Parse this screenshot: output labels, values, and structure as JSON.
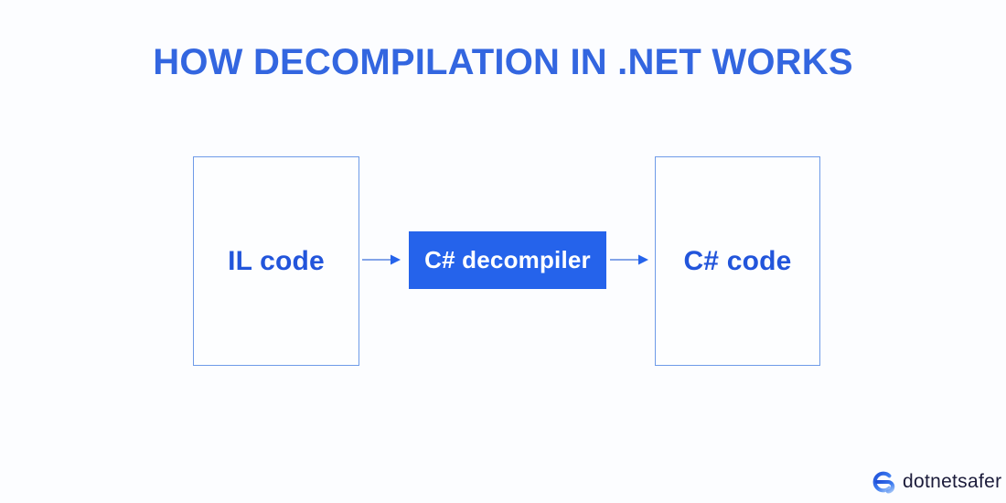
{
  "slide": {
    "background_color": "#fcfdff",
    "title": "HOW DECOMPILATION IN .NET WORKS",
    "title_color": "#3366e0"
  },
  "diagram": {
    "type": "flow",
    "accent_color": "#2563eb",
    "outline_color": "#6e9be8",
    "node_text_color": "#2255db",
    "nodes": [
      {
        "id": "il-code",
        "label": "IL code",
        "style": "outlined"
      },
      {
        "id": "csharp-decompiler",
        "label": "C# decompiler",
        "style": "filled"
      },
      {
        "id": "csharp-code",
        "label": "C# code",
        "style": "outlined"
      }
    ],
    "arrows": [
      {
        "id": "arrow-1",
        "from": "il-code",
        "to": "csharp-decompiler",
        "glyph": "arrow-right-icon"
      },
      {
        "id": "arrow-2",
        "from": "csharp-decompiler",
        "to": "csharp-code",
        "glyph": "arrow-right-icon"
      }
    ]
  },
  "logo": {
    "mark": "dotnetsafer-swirl-icon",
    "text": "dotnetsafer",
    "text_color": "#1b1b3a",
    "mark_color": "#2b62e8"
  }
}
